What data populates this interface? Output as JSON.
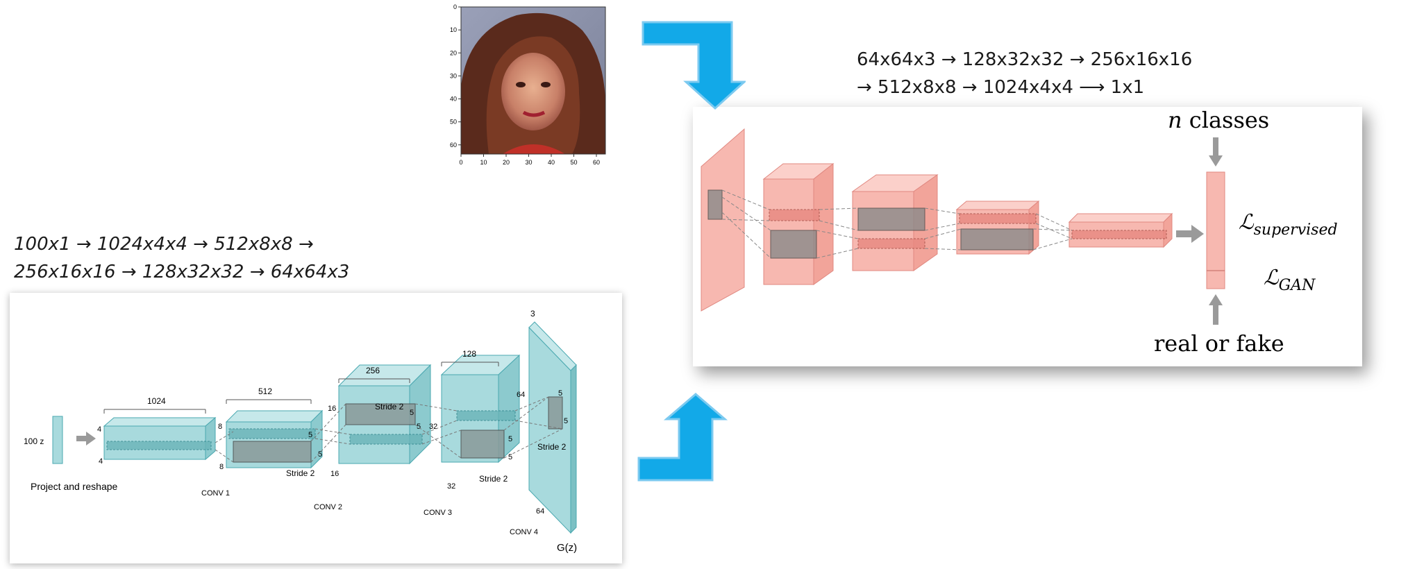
{
  "generator": {
    "shape_line_1": "100x1 → 1024x4x4 → 512x8x8 →",
    "shape_line_2": "256x16x16 → 128x32x32 → 64x64x3",
    "input_label": "100 z",
    "project_label": "Project and reshape",
    "layers": [
      {
        "name": "CONV 1",
        "depth": "1024",
        "side_a": "4",
        "side_b": "4"
      },
      {
        "name": "CONV 2",
        "depth": "512",
        "side_a": "8",
        "side_b": "8",
        "kernel_a": "5",
        "kernel_b": "5",
        "stride": "Stride 2"
      },
      {
        "name": "CONV 3",
        "depth": "256",
        "side_a": "16",
        "side_b": "16",
        "kernel_a": "5",
        "kernel_b": "5",
        "stride": "Stride 2"
      },
      {
        "name": "CONV 4",
        "depth": "128",
        "side_a": "32",
        "side_b": "32",
        "kernel_a": "5",
        "kernel_b": "5",
        "stride": "Stride 2"
      },
      {
        "depth": "3",
        "side_a": "64",
        "side_b": "64",
        "kernel_a": "5",
        "kernel_b": "5",
        "stride": "Stride 2"
      }
    ],
    "output_label": "G(z)"
  },
  "sample_image": {
    "y_ticks": [
      "0",
      "10",
      "20",
      "30",
      "40",
      "50",
      "60"
    ],
    "x_ticks": [
      "0",
      "10",
      "20",
      "30",
      "40",
      "50",
      "60"
    ]
  },
  "discriminator": {
    "shape_line_1": "64x64x3 → 128x32x32 →  256x16x16",
    "shape_line_2": " → 512x8x8 → 1024x4x4 ⟶ 1x1",
    "classes_label_n": "n",
    "classes_label_rest": " classes",
    "real_fake_label": "real or fake",
    "loss_supervised_main": "ℒ",
    "loss_supervised_sub": "supervised",
    "loss_gan_main": "ℒ",
    "loss_gan_sub": "GAN"
  },
  "colors": {
    "generator_fill": "#a8dadd",
    "generator_stroke": "#4aa8b0",
    "discriminator_fill": "#f7b8b0",
    "discriminator_stroke": "#e08880",
    "arrow_blue": "#12a9e8",
    "arrow_gray": "#9a9a9a"
  }
}
